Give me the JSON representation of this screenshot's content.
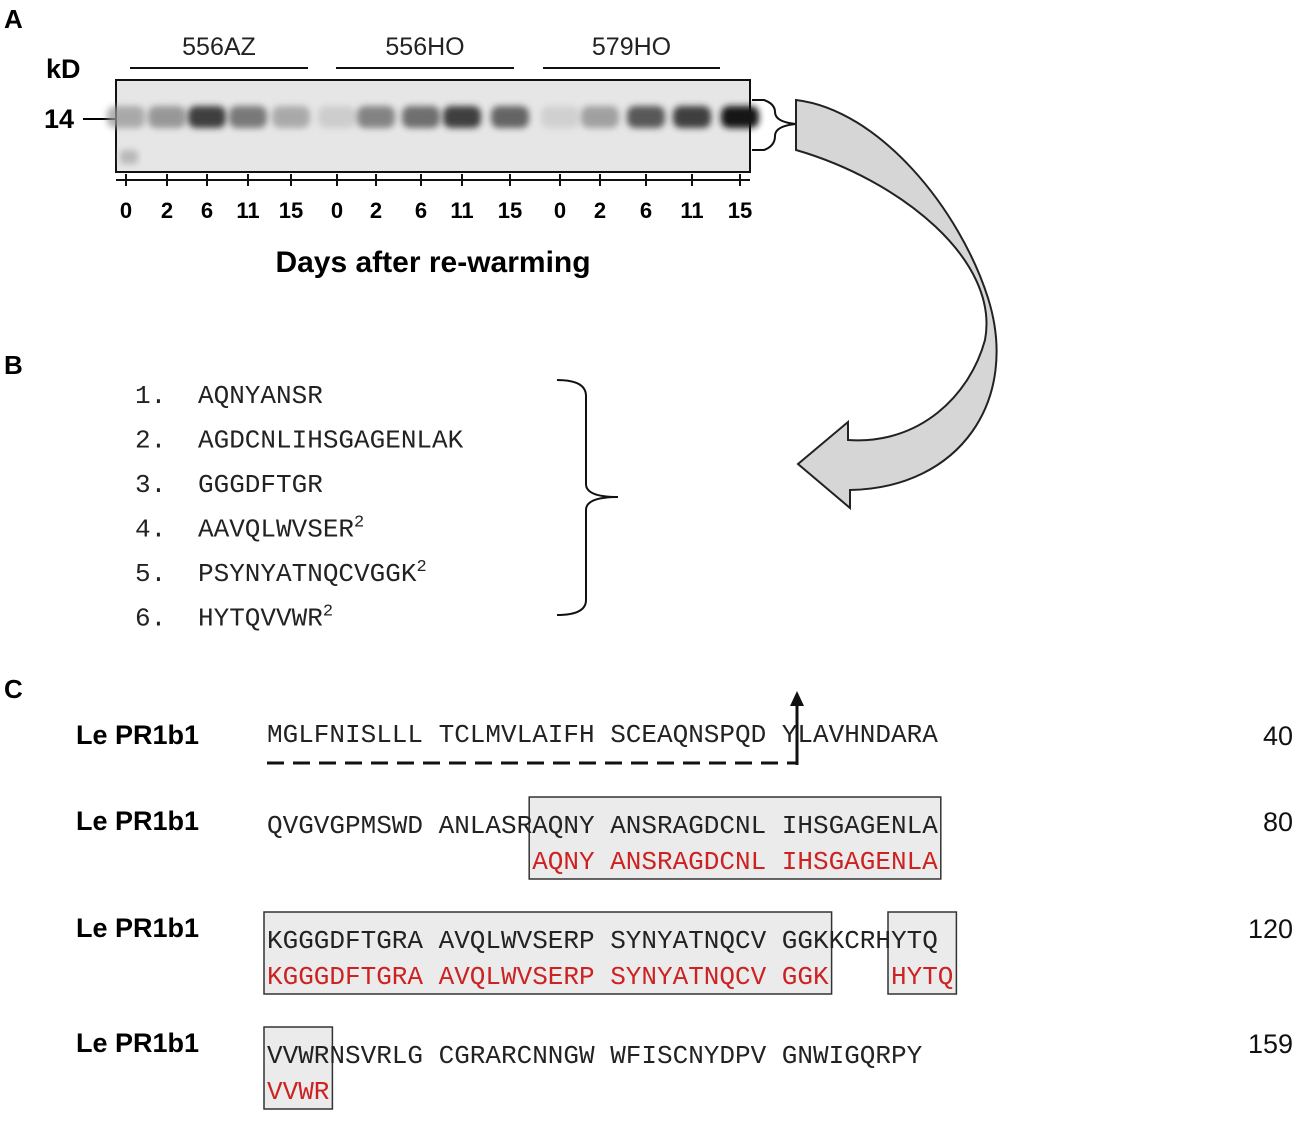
{
  "panels": {
    "a": "A",
    "b": "B",
    "c": "C"
  },
  "gel": {
    "unit_label": "kD",
    "marker_label": "14",
    "groups": [
      "556AZ",
      "556HO",
      "579HO"
    ],
    "lane_labels": [
      "0",
      "2",
      "6",
      "11",
      "15"
    ],
    "x_axis_label": "Days after re-warming",
    "band_intensity": [
      [
        0.35,
        0.45,
        0.85,
        0.6,
        0.35
      ],
      [
        0.12,
        0.55,
        0.65,
        0.85,
        0.7
      ],
      [
        0.1,
        0.4,
        0.75,
        0.85,
        1.0
      ]
    ]
  },
  "peptides": [
    {
      "index": "1.",
      "seq": "AQNYANSR",
      "mark": ""
    },
    {
      "index": "2.",
      "seq": "AGDCNLIHSGAGENLAK",
      "mark": ""
    },
    {
      "index": "3.",
      "seq": "GGGDFTGR",
      "mark": ""
    },
    {
      "index": "4.",
      "seq": "AAVQLWVSER",
      "mark": "2"
    },
    {
      "index": "5.",
      "seq": "PSYNYATNQCVGGK",
      "mark": "2"
    },
    {
      "index": "6.",
      "seq": "HYTQVVWR",
      "mark": "2"
    }
  ],
  "alignment": [
    {
      "label": "Le PR1b1",
      "seq": "MGLFNISLLL TCLMVLAIFH SCEAQNSPQD YLAVHNDARA",
      "match": "",
      "num": "40"
    },
    {
      "label": "Le PR1b1",
      "seq": "QVGVGPMSWD ANLASRAQNY ANSRAGDCNL IHSGAGENLA",
      "match": "                 AQNY ANSRAGDCNL IHSGAGENLA",
      "num": "80"
    },
    {
      "label": "Le PR1b1",
      "seq": "KGGGDFTGRA AVQLWVSERP SYNYATNQCV GGKKCRHYTQ",
      "match": "KGGGDFTGRA AVQLWVSERP SYNYATNQCV GGK    HYTQ",
      "num": "120"
    },
    {
      "label": "Le PR1b1",
      "seq": "VVWRNSVRLG CGRARCNNGW WFISCNYDPV GNWIGQRPY",
      "match": "VVWR",
      "num": "159"
    }
  ]
}
